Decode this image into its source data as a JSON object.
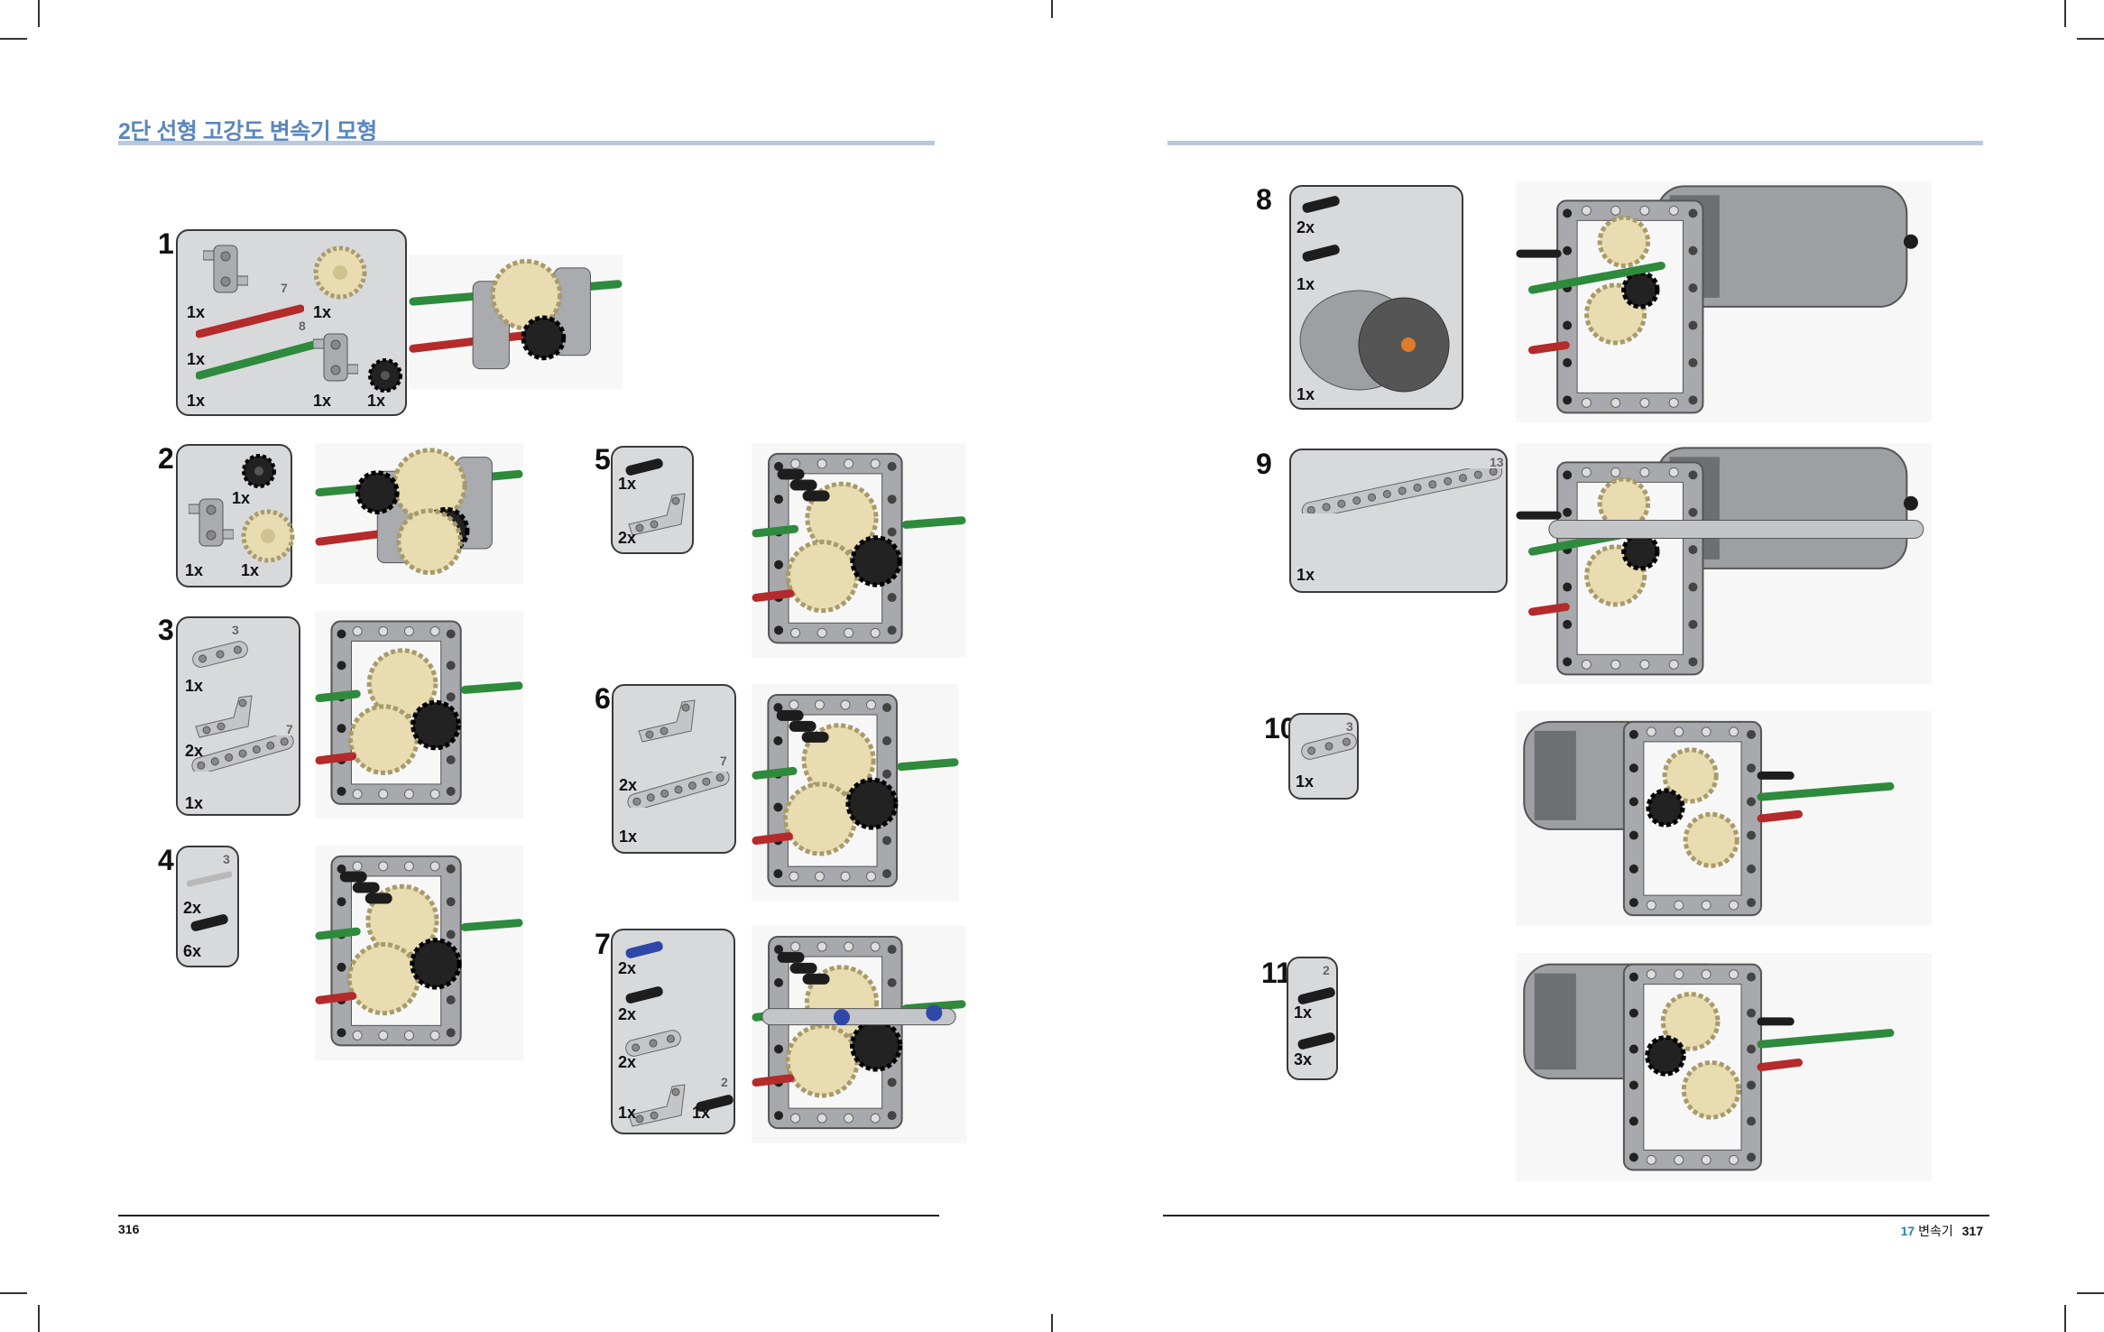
{
  "left_page": {
    "title": "2단 선형 고강도 변속기 모형",
    "page_number": "316"
  },
  "right_page": {
    "chapter_number": "17",
    "chapter_title": "변속기",
    "page_number": "317"
  },
  "colors": {
    "title_blue": "#5b87bd",
    "rule_blue": "#b9c8dd",
    "chapter_blue": "#2a7fb0",
    "box_gray": "#d8d9db"
  },
  "steps": [
    {
      "number": "1",
      "parts": [
        {
          "qty": "1x",
          "part": "connector-block"
        },
        {
          "qty": "1x",
          "part": "red-axle",
          "length": "7"
        },
        {
          "qty": "1x",
          "part": "green-axle",
          "length": "8"
        },
        {
          "qty": "1x",
          "part": "tan-gear-20"
        },
        {
          "qty": "1x",
          "part": "connector-block"
        },
        {
          "qty": "1x",
          "part": "black-gear-12"
        }
      ]
    },
    {
      "number": "2",
      "parts": [
        {
          "qty": "1x",
          "part": "black-gear-12"
        },
        {
          "qty": "1x",
          "part": "connector-block"
        },
        {
          "qty": "1x",
          "part": "tan-gear-20"
        }
      ]
    },
    {
      "number": "3",
      "parts": [
        {
          "qty": "1x",
          "part": "beam",
          "length": "3"
        },
        {
          "qty": "2x",
          "part": "l-beam"
        },
        {
          "qty": "1x",
          "part": "beam",
          "length": "7"
        }
      ]
    },
    {
      "number": "4",
      "parts": [
        {
          "qty": "2x",
          "part": "gray-axle",
          "length": "3"
        },
        {
          "qty": "6x",
          "part": "black-pin"
        }
      ]
    },
    {
      "number": "5",
      "parts": [
        {
          "qty": "1x",
          "part": "black-pin"
        },
        {
          "qty": "2x",
          "part": "l-beam"
        }
      ]
    },
    {
      "number": "6",
      "parts": [
        {
          "qty": "2x",
          "part": "l-beam"
        },
        {
          "qty": "1x",
          "part": "beam",
          "length": "7"
        }
      ]
    },
    {
      "number": "7",
      "parts": [
        {
          "qty": "2x",
          "part": "blue-pin"
        },
        {
          "qty": "2x",
          "part": "black-pin"
        },
        {
          "qty": "2x",
          "part": "beam"
        },
        {
          "qty": "1x",
          "part": "l-beam"
        },
        {
          "qty": "1x",
          "part": "black-axle-pin",
          "length": "2"
        }
      ]
    },
    {
      "number": "8",
      "parts": [
        {
          "qty": "2x",
          "part": "black-pin"
        },
        {
          "qty": "1x",
          "part": "black-axle-pin"
        },
        {
          "qty": "1x",
          "part": "motor"
        }
      ]
    },
    {
      "number": "9",
      "parts": [
        {
          "qty": "1x",
          "part": "beam",
          "length": "13"
        }
      ]
    },
    {
      "number": "10",
      "parts": [
        {
          "qty": "1x",
          "part": "beam",
          "length": "3"
        }
      ]
    },
    {
      "number": "11",
      "parts": [
        {
          "qty": "1x",
          "part": "black-pin",
          "length": "2"
        },
        {
          "qty": "3x",
          "part": "black-pin"
        }
      ]
    }
  ]
}
